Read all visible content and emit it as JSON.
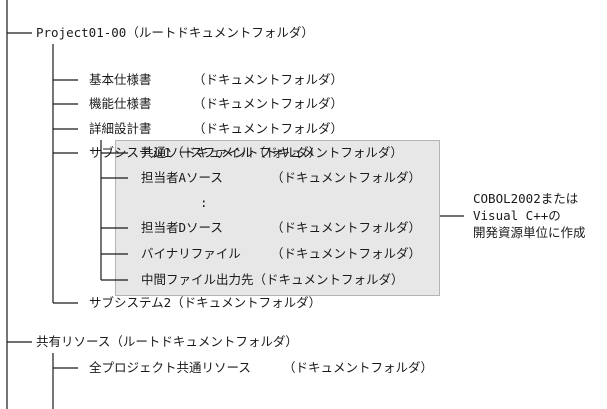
{
  "tree": {
    "root1": {
      "name": "Project01-00",
      "type": "（ルートドキュメントフォルダ）"
    },
    "doc_folders": [
      {
        "name": "基本仕様書",
        "type": "（ドキュメントフォルダ）"
      },
      {
        "name": "機能仕様書",
        "type": "（ドキュメントフォルダ）"
      },
      {
        "name": "詳細設計書",
        "type": "（ドキュメントフォルダ）"
      }
    ],
    "subsystem1": {
      "name": "サブシステム1",
      "type": "（ドキュメントフォルダ）"
    },
    "sub_items": [
      {
        "name": "共通ソースファイル",
        "type": "（ドキュメントフォルダ）"
      },
      {
        "name": "担当者Aソース",
        "type": "（ドキュメントフォルダ）"
      },
      {
        "name": "担当者Dソース",
        "type": "（ドキュメントフォルダ）"
      },
      {
        "name": "バイナリファイル",
        "type": "（ドキュメントフォルダ）"
      },
      {
        "name": "中間ファイル出力先",
        "type": "（ドキュメントフォルダ）"
      }
    ],
    "ellipsis": ":",
    "subsystem2": {
      "name": "サブシステム2",
      "type": "（ドキュメントフォルダ）"
    },
    "root2": {
      "name": "共有リソース",
      "type": "（ルートドキュメントフォルダ）"
    },
    "shared_item": {
      "name": "全プロジェクト共通リソース",
      "type": "（ドキュメントフォルダ）"
    }
  },
  "annotation": {
    "lines": [
      "COBOL2002または",
      "Visual C++の",
      "開発資源単位に作成"
    ]
  }
}
